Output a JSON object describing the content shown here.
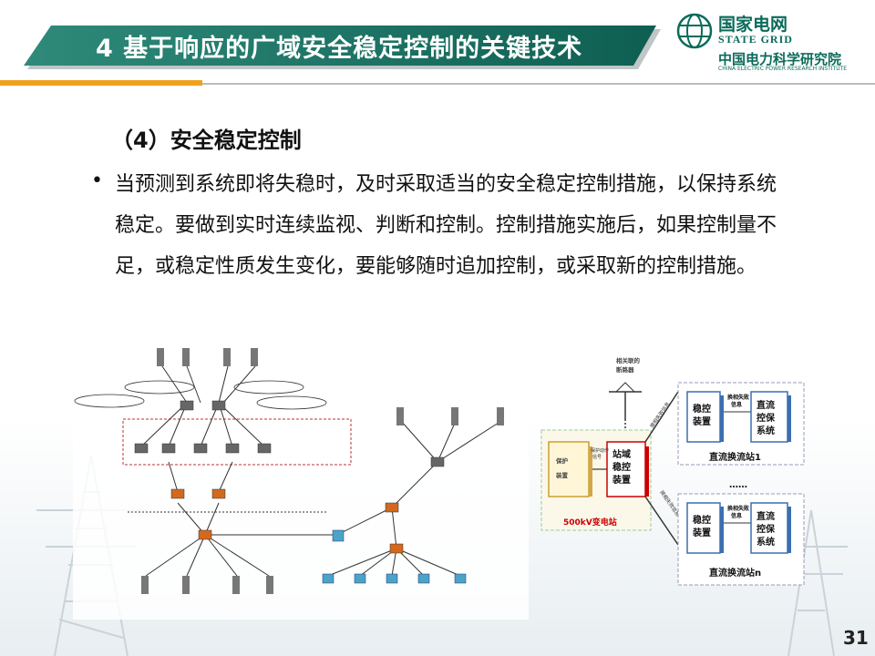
{
  "header": {
    "title": "4 基于响应的广域安全稳定控制的关键技术",
    "logo_cn": "国家电网",
    "logo_en": "STATE GRID",
    "logo_institute_cn": "中国电力科学研究院",
    "logo_institute_en": "CHINA ELECTRIC POWER RESEARCH INSTITUTE"
  },
  "section": {
    "title": "（4）安全稳定控制",
    "bullet_text": "当预测到系统即将失稳时，及时采取适当的安全稳定控制措施，以保持系统稳定。要做到实时连续监视、判断和控制。控制措施实施后，如果控制量不足，或稳定性质发生变化，要能够随时追加控制，或采取新的控制措施。"
  },
  "right_diagram": {
    "breaker": "相关联的\n断路器",
    "protect": "保护\n装置",
    "protect_signal": "保护动作\n信号",
    "station_ctrl": "站域\n稳控\n装置",
    "substation": "500kV变电站",
    "sig_top": "换相失败\n信息",
    "sig_bottom": "换相失败\n信息",
    "wk": "稳控\n装置",
    "fail_info": "换相失败\n信息",
    "dc_protect": "直流\n控保\n系统",
    "station1": "直流换流站1",
    "dots": "……",
    "stationn": "直流换流站n"
  },
  "page_number": "31"
}
